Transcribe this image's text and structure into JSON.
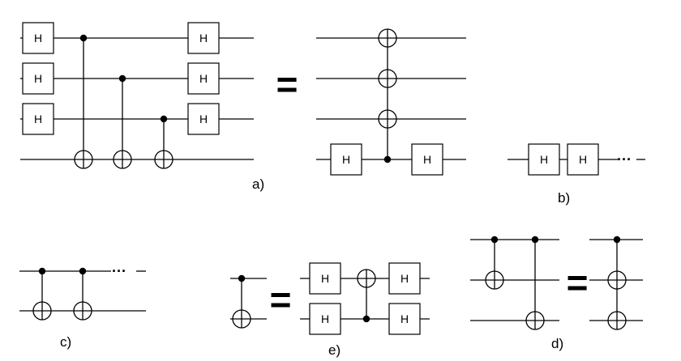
{
  "gate_label": "H",
  "equals": "=",
  "ellipsis": "···",
  "panel_labels": {
    "a": "a)",
    "b": "b)",
    "c": "c)",
    "d": "d)",
    "e": "e)"
  }
}
